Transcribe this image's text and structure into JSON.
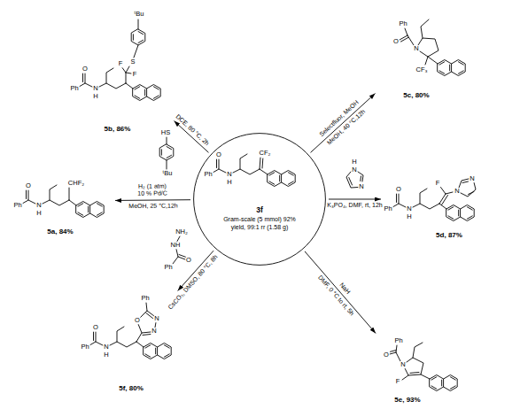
{
  "diagram": {
    "nodes": [
      {
        "text": [
          "3f",
          "Gram-scale (5 mmol) 92% yield, 99:1 rr (1.58 g)"
        ]
      },
      {
        "text": [
          "5b, 86%"
        ]
      },
      {
        "text": [
          "5c, 80%"
        ]
      },
      {
        "text": [
          "5a, 84%"
        ]
      },
      {
        "text": [
          "5d, 87%"
        ]
      },
      {
        "text": [
          "5f, 80%"
        ]
      },
      {
        "text": [
          "5e, 93%"
        ]
      }
    ],
    "edges": [
      {
        "from": 0,
        "to": 1,
        "arrow": "to",
        "label": "DCE, 80 °C, 2h"
      },
      {
        "from": 0,
        "to": 2,
        "arrow": "to",
        "label": "Selectfluor, MeOH"
      },
      {
        "from": 0,
        "to": 3,
        "arrow": "to",
        "label": "H₂ (1 atm) 10 % Pd/C"
      },
      {
        "from": 0,
        "to": 4,
        "arrow": "to",
        "label": "K₃PO₄, DMF, rt, 12h"
      },
      {
        "from": 0,
        "to": 5,
        "arrow": "to",
        "label": "CsCO₃, DMSO, 80 °C, 8h"
      },
      {
        "from": 0,
        "to": 6,
        "arrow": "to",
        "label": "NaH"
      }
    ],
    "labels": [
      "ᵗBu",
      "F",
      "S",
      "F",
      "O",
      "Ph",
      "N",
      "H",
      "Ph",
      "O",
      "N",
      "CF₃",
      "CF₂",
      "Ph",
      "O",
      "N",
      "H",
      "HS",
      "ᵗBu",
      "MeOH, 40 °C,12h",
      "H",
      "N",
      "N",
      "CHF₂",
      "O",
      "Ph",
      "N",
      "H",
      "MeOH, 25 °C,12h",
      "F",
      "N",
      "N",
      "O",
      "Ph",
      "N",
      "H",
      "NH₂",
      "NH",
      "O",
      "Ph",
      "Ph",
      "N",
      "N",
      "O",
      "O",
      "Ph",
      "N",
      "H",
      "DMF, 0 °C to rt, 5h",
      "Ph",
      "O",
      "N",
      "F"
    ]
  }
}
